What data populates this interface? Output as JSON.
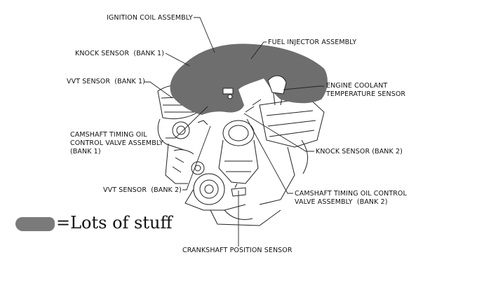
{
  "labels": {
    "ignition_coil": "IGNITION COIL ASSEMBLY",
    "fuel_injector": "FUEL INJECTOR ASSEMBLY",
    "knock_sensor_bank1": "KNOCK SENSOR  (BANK 1)",
    "vvt_sensor_bank1": "VVT SENSOR  (BANK 1)",
    "engine_coolant_line1": "ENGINE COOLANT",
    "engine_coolant_line2": "TEMPERATURE SENSOR",
    "camshaft_valve_bank1_line1": "CAMSHAFT TIMING OIL",
    "camshaft_valve_bank1_line2": "CONTROL VALVE ASSEMBLY",
    "camshaft_valve_bank1_line3": "(BANK 1)",
    "knock_sensor_bank2": "KNOCK SENSOR (BANK 2)",
    "vvt_sensor_bank2": "VVT SENSOR  (BANK 2)",
    "camshaft_valve_bank2_line1": "CAMSHAFT TIMING OIL CONTROL",
    "camshaft_valve_bank2_line2": "VALVE ASSEMBLY  (BANK 2)",
    "crankshaft_sensor": "CRANKSHAFT POSITION SENSOR"
  },
  "legend": {
    "text": "=Lots of stuff",
    "swatch_color": "#7a7a7a"
  },
  "colors": {
    "ink": "#111111",
    "blob": "#6e6e6e"
  }
}
